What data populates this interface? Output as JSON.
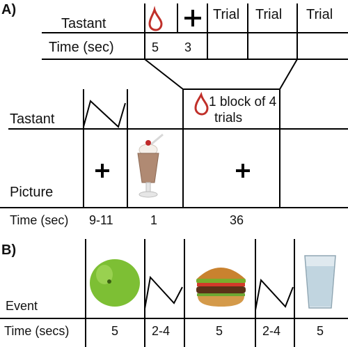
{
  "panel_a": {
    "label": "A)",
    "top_table": {
      "row1_label": "Tastant",
      "row2_label": "Time (sec)",
      "trial_headers": [
        "Trial",
        "Trial",
        "Trial"
      ],
      "drop_time": "5",
      "cross_time": "3"
    },
    "block": {
      "tastant_label": "Tastant",
      "picture_label": "Picture",
      "time_label": "Time (sec)",
      "block_text_line1": "1 block of 4",
      "block_text_line2": "trials",
      "times": [
        "9-11",
        "1",
        "36"
      ]
    }
  },
  "panel_b": {
    "label": "B)",
    "event_label": "Event",
    "time_label": "Time (secs)",
    "times": [
      "5",
      "2-4",
      "5",
      "2-4",
      "5"
    ],
    "images": [
      "green-apple",
      "hamburger",
      "glass-of-water"
    ]
  },
  "colors": {
    "drop": "#c0302a",
    "line": "#000000",
    "apple": "#6fb52e",
    "milkshake": "#b08a73"
  }
}
